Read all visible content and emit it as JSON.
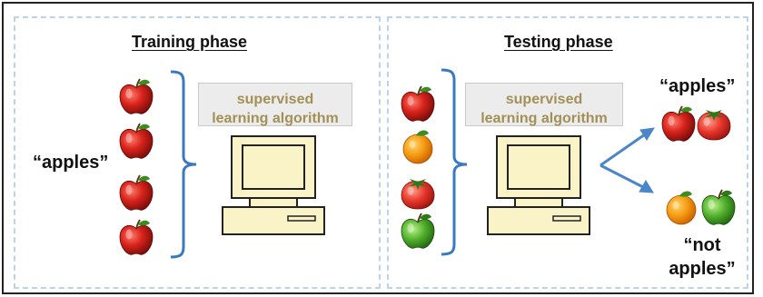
{
  "training": {
    "title": "Training phase",
    "algorithm_box": {
      "line1": "supervised",
      "line2": "learning algorithm"
    },
    "input_label": "“apples”",
    "inputs": [
      "red-apple-icon",
      "red-apple-icon",
      "red-apple-icon",
      "red-apple-icon"
    ]
  },
  "testing": {
    "title": "Testing phase",
    "algorithm_box": {
      "line1": "supervised",
      "line2": "learning algorithm"
    },
    "inputs": [
      "red-apple-icon",
      "orange-icon",
      "tomato-icon",
      "green-apple-icon"
    ],
    "output_positive_label": "“apples”",
    "output_positive_items": [
      "red-apple-icon",
      "tomato-icon"
    ],
    "output_negative_label_line1": "“not",
    "output_negative_label_line2": "apples”",
    "output_negative_items": [
      "orange-icon",
      "green-apple-icon"
    ]
  },
  "colors": {
    "panel_border": "#bcd4ea",
    "bracket": "#3a78c0",
    "arrow": "#4a86c8",
    "algorithm_text": "#a39056",
    "computer_fill": "#faf3c8"
  }
}
